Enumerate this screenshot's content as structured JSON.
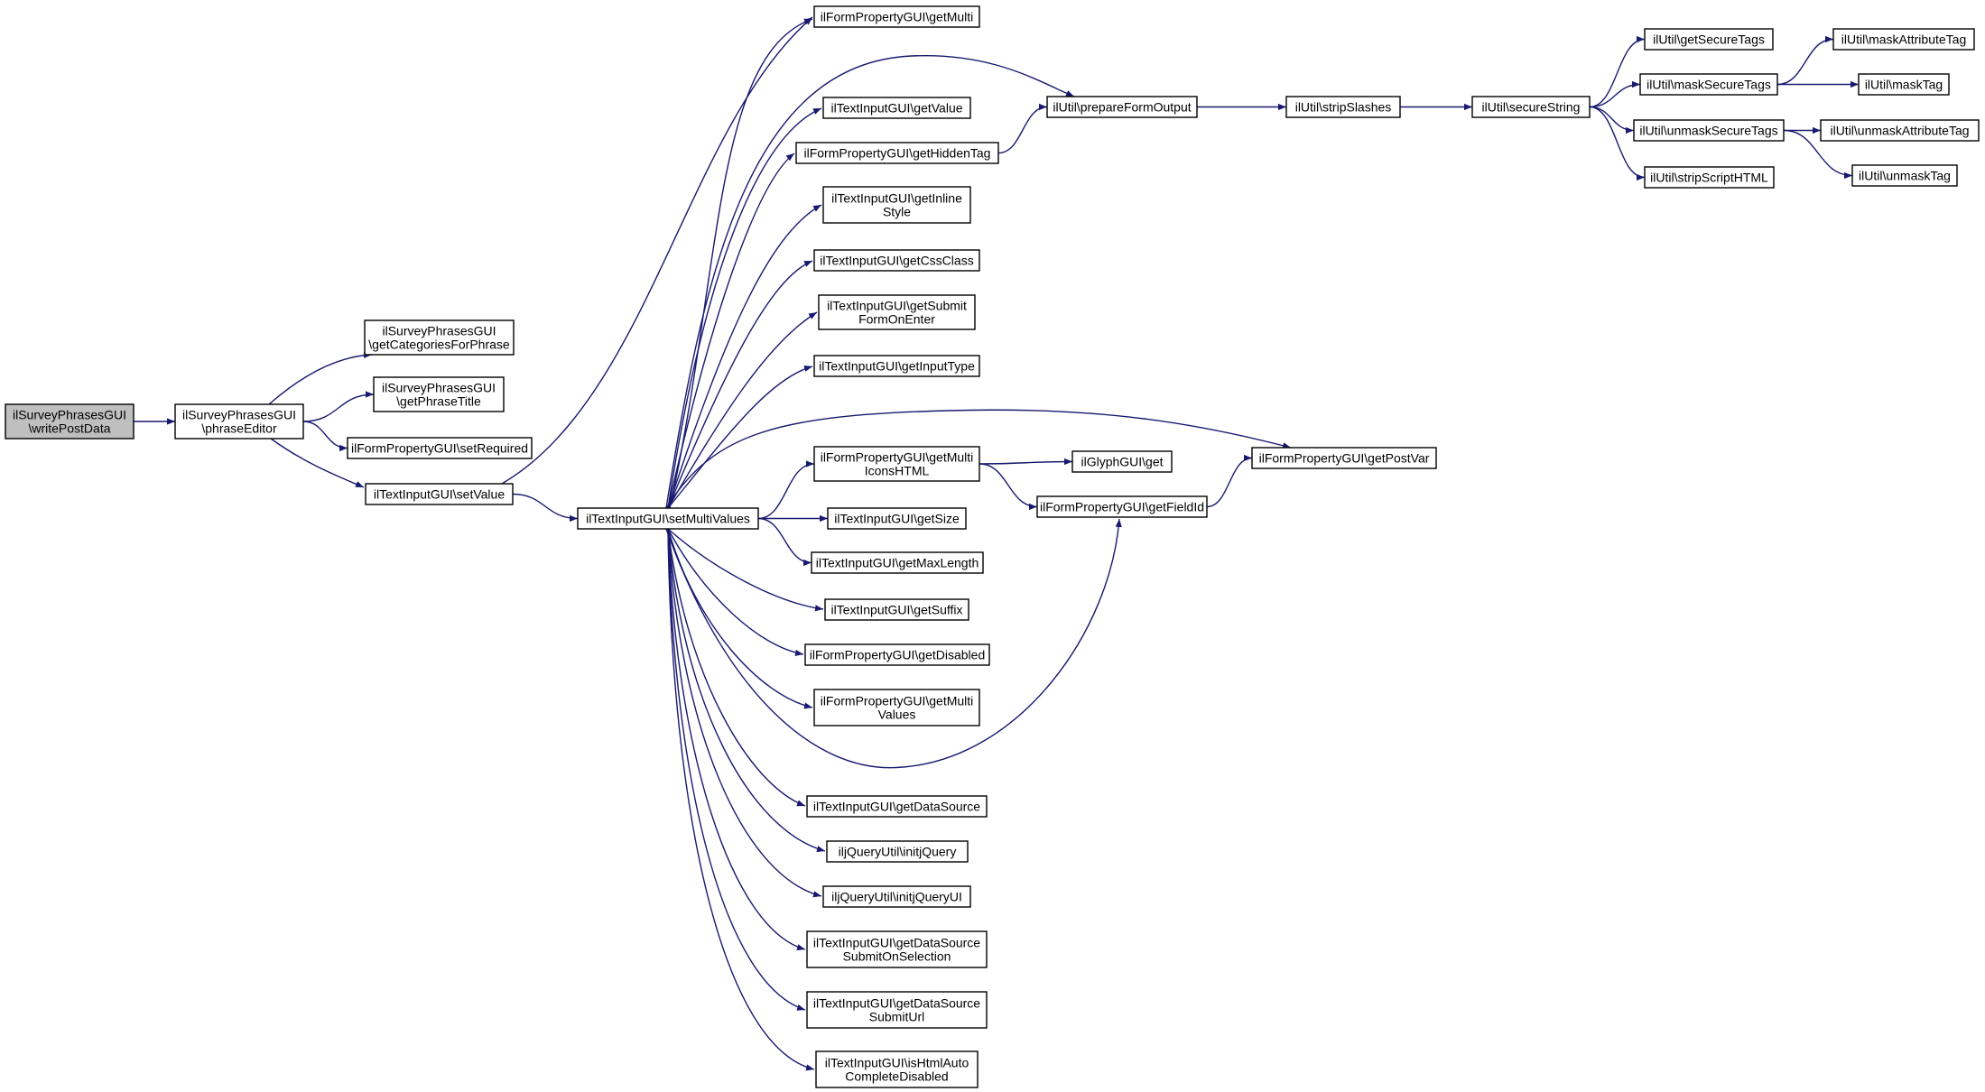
{
  "colors": {
    "edge": "#191970",
    "node_border": "#000000",
    "node_fill": "#ffffff",
    "root_fill": "#bfbfbf"
  },
  "nodes": [
    {
      "id": "root",
      "lines": [
        "ilSurveyPhrasesGUI",
        "\\writePostData"
      ]
    },
    {
      "id": "phraseEditor",
      "lines": [
        "ilSurveyPhrasesGUI",
        "\\phraseEditor"
      ]
    },
    {
      "id": "getCategoriesForPhrase",
      "lines": [
        "ilSurveyPhrasesGUI",
        "\\getCategoriesForPhrase"
      ]
    },
    {
      "id": "getPhraseTitle",
      "lines": [
        "ilSurveyPhrasesGUI",
        "\\getPhraseTitle"
      ]
    },
    {
      "id": "setRequired",
      "lines": [
        "ilFormPropertyGUI\\setRequired"
      ]
    },
    {
      "id": "setValue",
      "lines": [
        "ilTextInputGUI\\setValue"
      ]
    },
    {
      "id": "setMultiValues",
      "lines": [
        "ilTextInputGUI\\setMultiValues"
      ]
    },
    {
      "id": "getMulti",
      "lines": [
        "ilFormPropertyGUI\\getMulti"
      ]
    },
    {
      "id": "getValue",
      "lines": [
        "ilTextInputGUI\\getValue"
      ]
    },
    {
      "id": "getHiddenTag",
      "lines": [
        "ilFormPropertyGUI\\getHiddenTag"
      ]
    },
    {
      "id": "getInlineStyle",
      "lines": [
        "ilTextInputGUI\\getInline",
        "Style"
      ]
    },
    {
      "id": "getCssClass",
      "lines": [
        "ilTextInputGUI\\getCssClass"
      ]
    },
    {
      "id": "getSubmitFormOnEnter",
      "lines": [
        "ilTextInputGUI\\getSubmit",
        "FormOnEnter"
      ]
    },
    {
      "id": "getInputType",
      "lines": [
        "ilTextInputGUI\\getInputType"
      ]
    },
    {
      "id": "getMultiIconsHTML",
      "lines": [
        "ilFormPropertyGUI\\getMulti",
        "IconsHTML"
      ]
    },
    {
      "id": "getSize",
      "lines": [
        "ilTextInputGUI\\getSize"
      ]
    },
    {
      "id": "getMaxLength",
      "lines": [
        "ilTextInputGUI\\getMaxLength"
      ]
    },
    {
      "id": "getSuffix",
      "lines": [
        "ilTextInputGUI\\getSuffix"
      ]
    },
    {
      "id": "getDisabled",
      "lines": [
        "ilFormPropertyGUI\\getDisabled"
      ]
    },
    {
      "id": "getMultiValues",
      "lines": [
        "ilFormPropertyGUI\\getMulti",
        "Values"
      ]
    },
    {
      "id": "getDataSource",
      "lines": [
        "ilTextInputGUI\\getDataSource"
      ]
    },
    {
      "id": "initjQuery",
      "lines": [
        "iljQueryUtil\\initjQuery"
      ]
    },
    {
      "id": "initjQueryUI",
      "lines": [
        "iljQueryUtil\\initjQueryUI"
      ]
    },
    {
      "id": "getDataSourceSubmitOnSelection",
      "lines": [
        "ilTextInputGUI\\getDataSource",
        "SubmitOnSelection"
      ]
    },
    {
      "id": "getDataSourceSubmitUrl",
      "lines": [
        "ilTextInputGUI\\getDataSource",
        "SubmitUrl"
      ]
    },
    {
      "id": "isHtmlAutoCompleteDisabled",
      "lines": [
        "ilTextInputGUI\\isHtmlAuto",
        "CompleteDisabled"
      ]
    },
    {
      "id": "prepareFormOutput",
      "lines": [
        "ilUtil\\prepareFormOutput"
      ]
    },
    {
      "id": "stripSlashes",
      "lines": [
        "ilUtil\\stripSlashes"
      ]
    },
    {
      "id": "secureString",
      "lines": [
        "ilUtil\\secureString"
      ]
    },
    {
      "id": "getSecureTags",
      "lines": [
        "ilUtil\\getSecureTags"
      ]
    },
    {
      "id": "maskSecureTags",
      "lines": [
        "ilUtil\\maskSecureTags"
      ]
    },
    {
      "id": "unmaskSecureTags",
      "lines": [
        "ilUtil\\unmaskSecureTags"
      ]
    },
    {
      "id": "stripScriptHTML",
      "lines": [
        "ilUtil\\stripScriptHTML"
      ]
    },
    {
      "id": "maskAttributeTag",
      "lines": [
        "ilUtil\\maskAttributeTag"
      ]
    },
    {
      "id": "maskTag",
      "lines": [
        "ilUtil\\maskTag"
      ]
    },
    {
      "id": "unmaskAttributeTag",
      "lines": [
        "ilUtil\\unmaskAttributeTag"
      ]
    },
    {
      "id": "unmaskTag",
      "lines": [
        "ilUtil\\unmaskTag"
      ]
    },
    {
      "id": "glyphGet",
      "lines": [
        "ilGlyphGUI\\get"
      ]
    },
    {
      "id": "getFieldId",
      "lines": [
        "ilFormPropertyGUI\\getFieldId"
      ]
    },
    {
      "id": "getPostVar",
      "lines": [
        "ilFormPropertyGUI\\getPostVar"
      ]
    }
  ],
  "edges": [
    [
      "root",
      "phraseEditor"
    ],
    [
      "phraseEditor",
      "getCategoriesForPhrase"
    ],
    [
      "phraseEditor",
      "getPhraseTitle"
    ],
    [
      "phraseEditor",
      "setRequired"
    ],
    [
      "phraseEditor",
      "setValue"
    ],
    [
      "setValue",
      "getMulti"
    ],
    [
      "setValue",
      "setMultiValues"
    ],
    [
      "setMultiValues",
      "getMulti"
    ],
    [
      "setMultiValues",
      "prepareFormOutput"
    ],
    [
      "setMultiValues",
      "getValue"
    ],
    [
      "setMultiValues",
      "getHiddenTag"
    ],
    [
      "setMultiValues",
      "getInlineStyle"
    ],
    [
      "setMultiValues",
      "getCssClass"
    ],
    [
      "setMultiValues",
      "getSubmitFormOnEnter"
    ],
    [
      "setMultiValues",
      "getInputType"
    ],
    [
      "setMultiValues",
      "getPostVar"
    ],
    [
      "setMultiValues",
      "getMultiIconsHTML"
    ],
    [
      "setMultiValues",
      "getSize"
    ],
    [
      "setMultiValues",
      "getMaxLength"
    ],
    [
      "setMultiValues",
      "getSuffix"
    ],
    [
      "setMultiValues",
      "getDisabled"
    ],
    [
      "setMultiValues",
      "getMultiValues"
    ],
    [
      "setMultiValues",
      "getFieldId"
    ],
    [
      "setMultiValues",
      "getDataSource"
    ],
    [
      "setMultiValues",
      "initjQuery"
    ],
    [
      "setMultiValues",
      "initjQueryUI"
    ],
    [
      "setMultiValues",
      "getDataSourceSubmitOnSelection"
    ],
    [
      "setMultiValues",
      "getDataSourceSubmitUrl"
    ],
    [
      "setMultiValues",
      "isHtmlAutoCompleteDisabled"
    ],
    [
      "getHiddenTag",
      "prepareFormOutput"
    ],
    [
      "getMultiIconsHTML",
      "glyphGet"
    ],
    [
      "getMultiIconsHTML",
      "getFieldId"
    ],
    [
      "getFieldId",
      "getPostVar"
    ],
    [
      "prepareFormOutput",
      "stripSlashes"
    ],
    [
      "stripSlashes",
      "secureString"
    ],
    [
      "secureString",
      "getSecureTags"
    ],
    [
      "secureString",
      "maskSecureTags"
    ],
    [
      "secureString",
      "unmaskSecureTags"
    ],
    [
      "secureString",
      "stripScriptHTML"
    ],
    [
      "maskSecureTags",
      "maskAttributeTag"
    ],
    [
      "maskSecureTags",
      "maskTag"
    ],
    [
      "unmaskSecureTags",
      "unmaskAttributeTag"
    ],
    [
      "unmaskSecureTags",
      "unmaskTag"
    ]
  ]
}
